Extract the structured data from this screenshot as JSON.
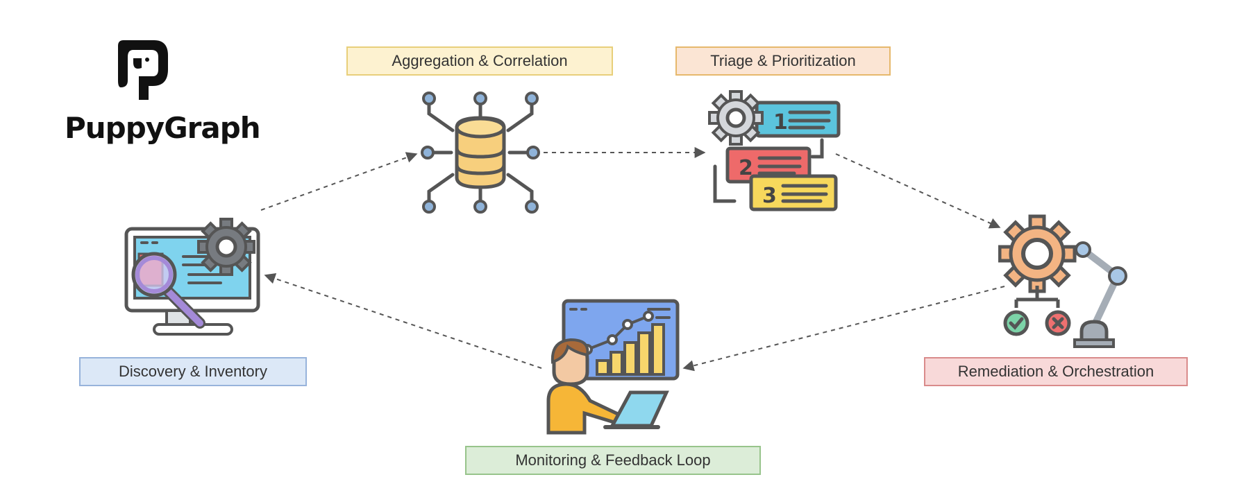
{
  "brand": {
    "name": "PuppyGraph"
  },
  "stages": {
    "aggregation": "Aggregation & Correlation",
    "triage": "Triage & Prioritization",
    "discovery": "Discovery & Inventory",
    "remediation": "Remediation & Orchestration",
    "monitoring": "Monitoring & Feedback Loop"
  },
  "triage_ranks": [
    "1",
    "2",
    "3"
  ],
  "colors": {
    "aggregation_bg": "#fdf2d0",
    "triage_bg": "#fbe5d4",
    "discovery_bg": "#dce8f7",
    "remediation_bg": "#f8d9d9",
    "monitoring_bg": "#dcedd8",
    "icon_outline": "#555555"
  }
}
